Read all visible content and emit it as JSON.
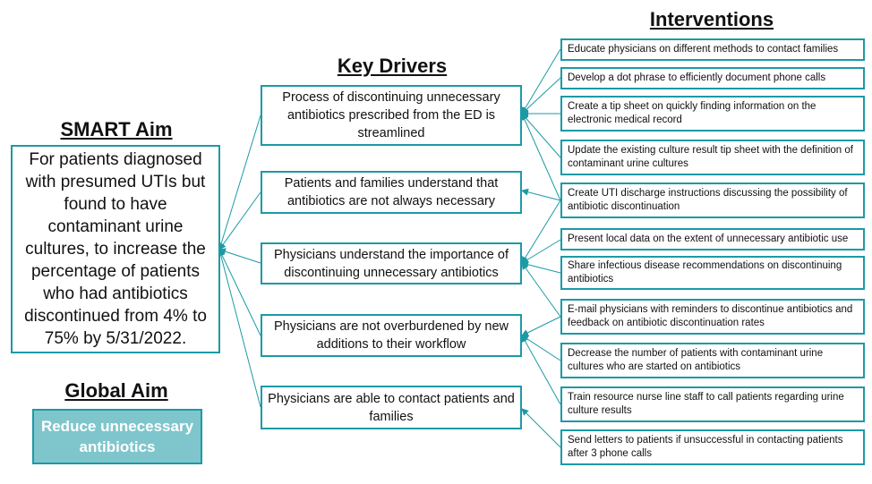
{
  "headers": {
    "smart_aim": "SMART Aim",
    "global_aim": "Global Aim",
    "key_drivers": "Key Drivers",
    "interventions": "Interventions"
  },
  "smart_aim_text": "For patients diagnosed with presumed UTIs but found to have contaminant urine cultures, to increase the percentage of patients who had antibiotics discontinued from 4% to 75% by 5/31/2022.",
  "global_aim_text": "Reduce unnecessary antibiotics",
  "drivers": [
    "Process of discontinuing unnecessary antibiotics prescribed from the ED is streamlined",
    "Patients and families understand that antibiotics are not always necessary",
    "Physicians understand the importance of discontinuing unnecessary antibiotics",
    "Physicians are not overburdened by new additions to their workflow",
    "Physicians are able to contact patients and families"
  ],
  "interventions": [
    "Educate physicians on different methods to contact families",
    "Develop a dot phrase to efficiently document phone calls",
    "Create a tip sheet on quickly finding information on the electronic medical record",
    "Update the existing culture result tip sheet with the definition of contaminant urine cultures",
    "Create UTI discharge instructions discussing the possibility of antibiotic discontinuation",
    "Present local data on the extent of unnecessary antibiotic use",
    "Share infectious disease recommendations on discontinuing antibiotics",
    "E-mail physicians with reminders to discontinue antibiotics and feedback on antibiotic discontinuation rates",
    "Decrease the number of patients with contaminant urine cultures who are started on antibiotics",
    "Train resource nurse line staff to call patients regarding urine culture results",
    "Send letters to patients if unsuccessful in contacting patients after 3 phone calls"
  ],
  "colors": {
    "border": "#1c9aa6",
    "global_fill": "#7fc6cc",
    "line": "#1c9aa6"
  }
}
